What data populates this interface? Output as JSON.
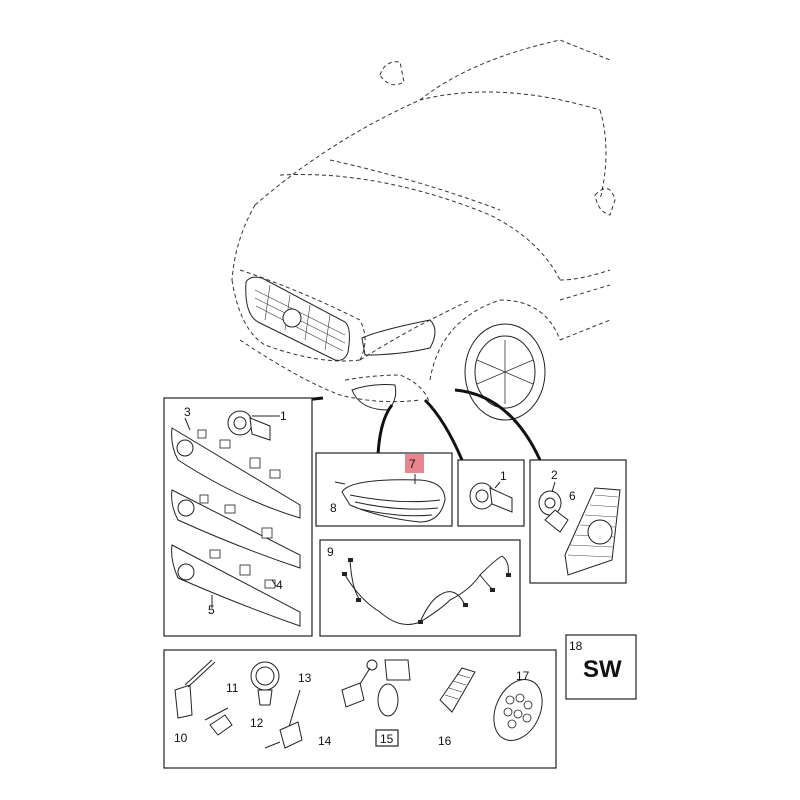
{
  "diagram": {
    "callouts": {
      "c1a": "1",
      "c3": "3",
      "c4": "4",
      "c5": "5",
      "c7": "7",
      "c8": "8",
      "c1b": "1",
      "c2": "2",
      "c6": "6",
      "c9": "9",
      "c10": "10",
      "c11": "11",
      "c12": "12",
      "c13": "13",
      "c14": "14",
      "c15": "15",
      "c16": "16",
      "c17": "17",
      "c18": "18"
    },
    "sw_label": "SW",
    "highlight_color": "#e8868f"
  }
}
